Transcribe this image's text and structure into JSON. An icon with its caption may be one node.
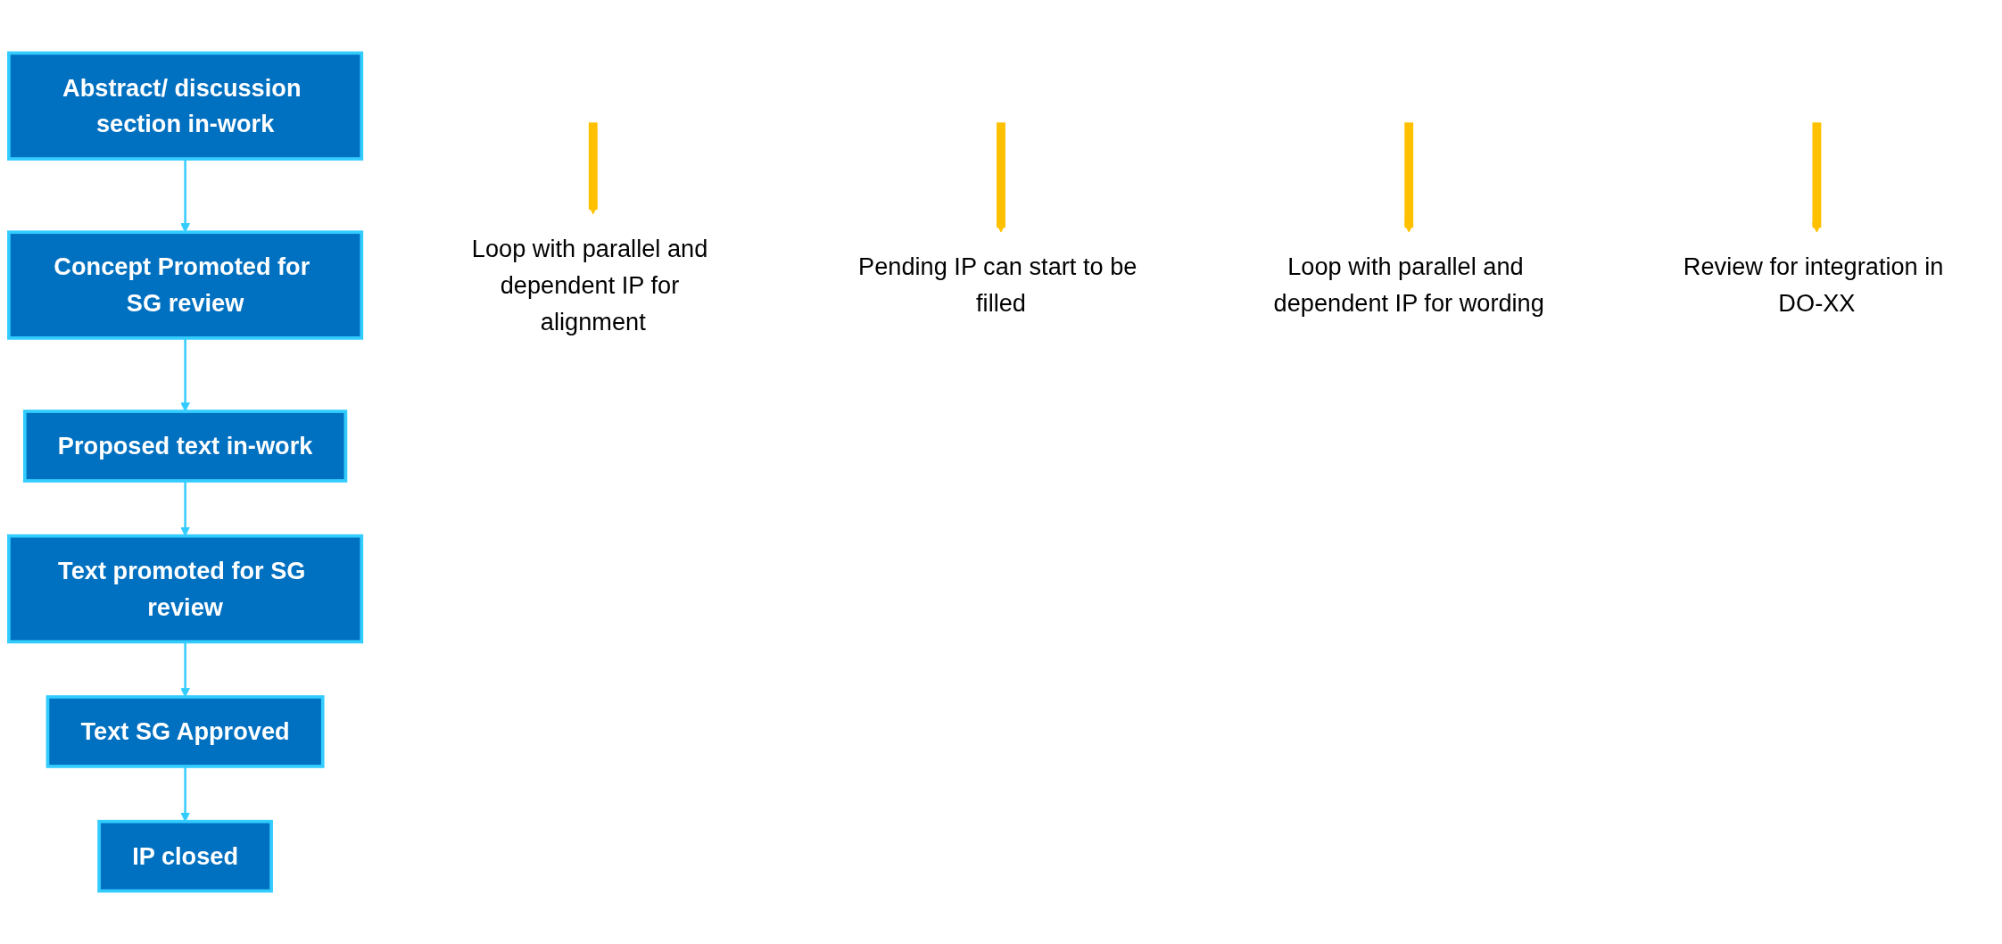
{
  "diagram": {
    "nodes": [
      {
        "text": [
          "Abstract/ discussion section in-work"
        ]
      },
      {
        "text": [
          "Concept Promoted for SG review"
        ]
      },
      {
        "text": [
          "Proposed text in-work"
        ]
      },
      {
        "text": [
          "Text promoted for SG review"
        ]
      },
      {
        "text": [
          "Text SG Approved"
        ]
      },
      {
        "text": [
          "IP closed"
        ]
      },
      {
        "text": [
          "Loop with parallel and dependent IP for alignment"
        ]
      },
      {
        "text": [
          "Pending IP can start to be filled"
        ]
      },
      {
        "text": [
          "Loop with parallel and dependent IP for wording"
        ]
      },
      {
        "text": [
          "Review for integration in DO-XX"
        ]
      }
    ],
    "edges": [
      {
        "from": 0,
        "to": 1,
        "arrow": "to"
      },
      {
        "from": 1,
        "to": 2,
        "arrow": "to"
      },
      {
        "from": 2,
        "to": 3,
        "arrow": "to"
      },
      {
        "from": 3,
        "to": 4,
        "arrow": "to"
      },
      {
        "from": 4,
        "to": 5,
        "arrow": "to"
      },
      {
        "from": null,
        "to": 6,
        "arrow": "to",
        "style": "thick",
        "color": "#ffc000"
      },
      {
        "from": null,
        "to": 7,
        "arrow": "to",
        "style": "thick",
        "color": "#ffc000"
      },
      {
        "from": null,
        "to": 8,
        "arrow": "to",
        "style": "thick",
        "color": "#ffc000"
      },
      {
        "from": null,
        "to": 9,
        "arrow": "to",
        "style": "thick",
        "color": "#ffc000"
      }
    ]
  }
}
